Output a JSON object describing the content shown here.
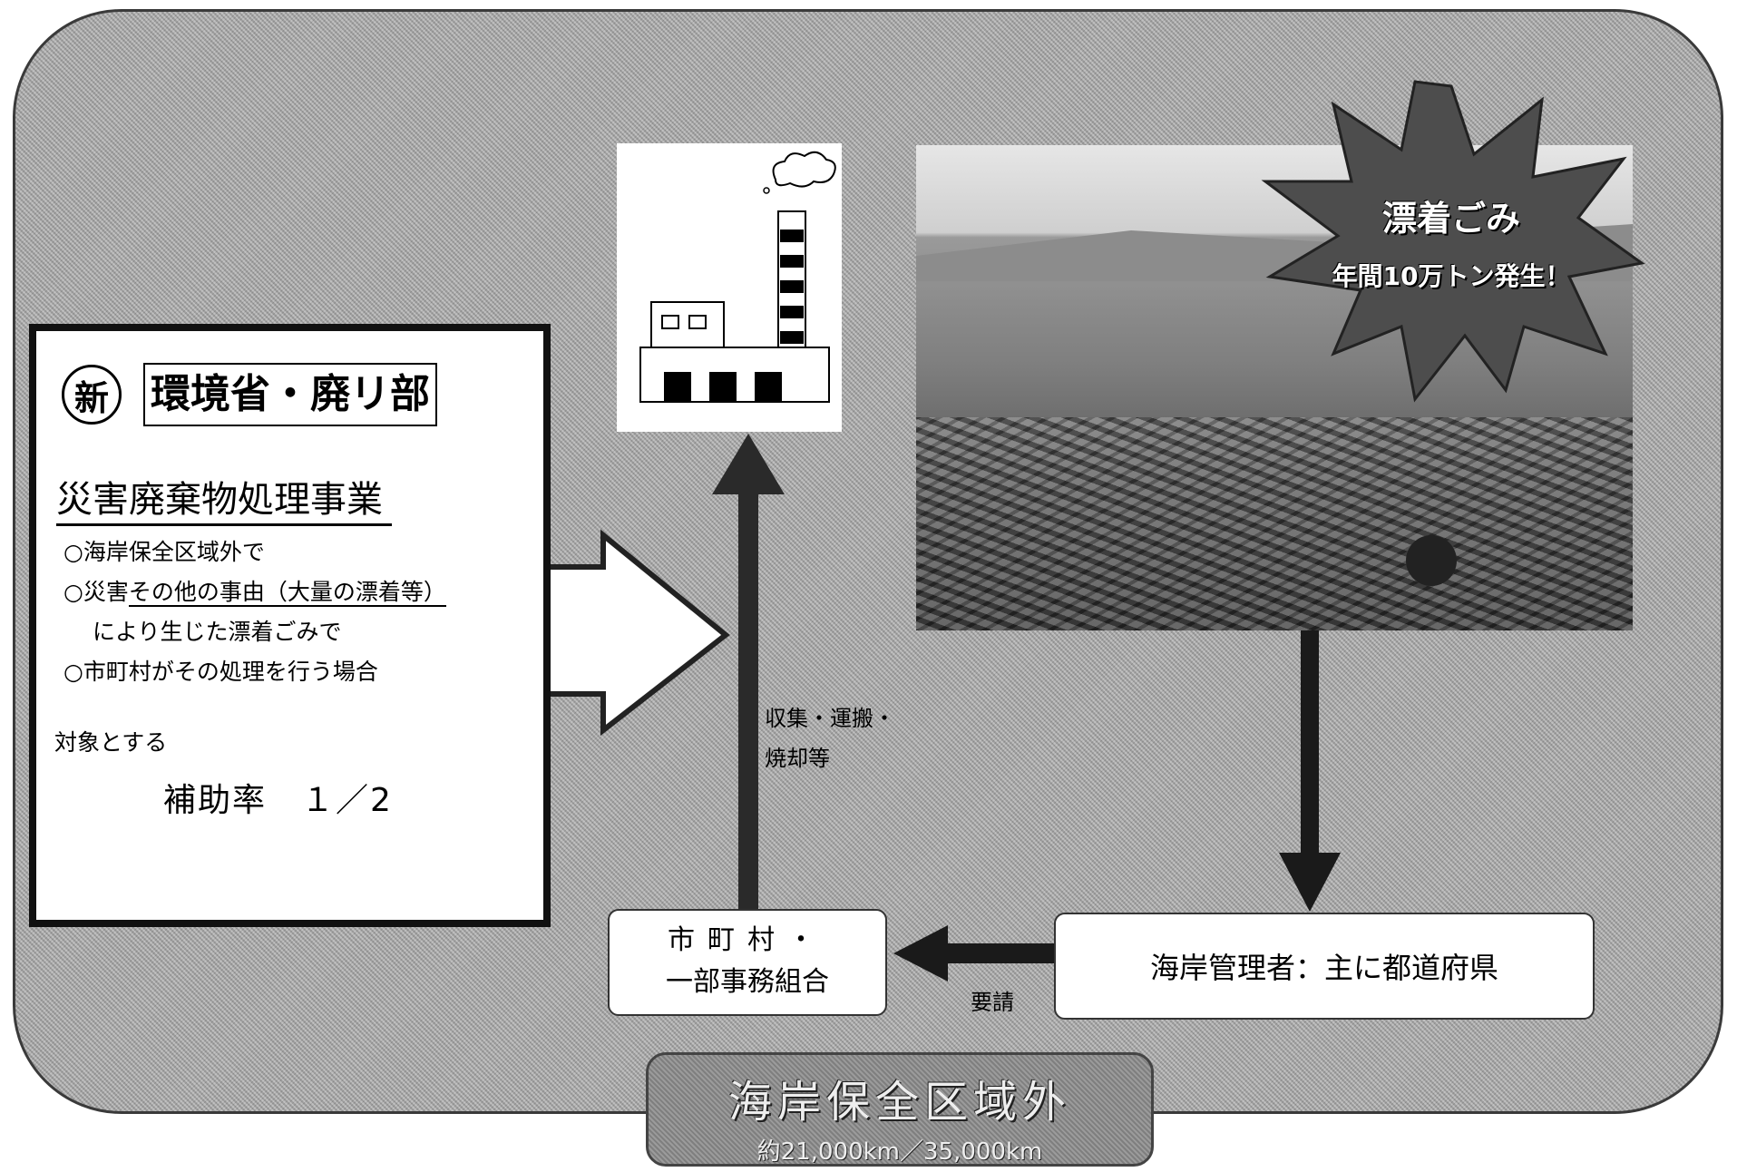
{
  "program": {
    "new_mark": "新",
    "ministry": "環境省・廃リ部",
    "project_name": "災害廃棄物処理事業",
    "conditions": [
      "○海岸保全区域外で",
      "○災害",
      "その他の事由（大量の漂着等）",
      "により生じた漂着ごみで",
      "○市町村がその処理を行う場合"
    ],
    "target_label": "対象とする",
    "subsidy_rate": "補助率　１／2"
  },
  "photo": {
    "burst_title": "漂着ごみ",
    "burst_subtitle": "年間10万トン発生！"
  },
  "flow": {
    "municipality_line1": "市町村・",
    "municipality_line2": "一部事務組合",
    "coast_manager": "海岸管理者：主に都道府県",
    "collect_label_line1": "収集・運搬・",
    "collect_label_line2": "焼却等",
    "request_label": "要請"
  },
  "area": {
    "name": "海岸保全区域外",
    "length": "約21,000km／35,000km"
  }
}
